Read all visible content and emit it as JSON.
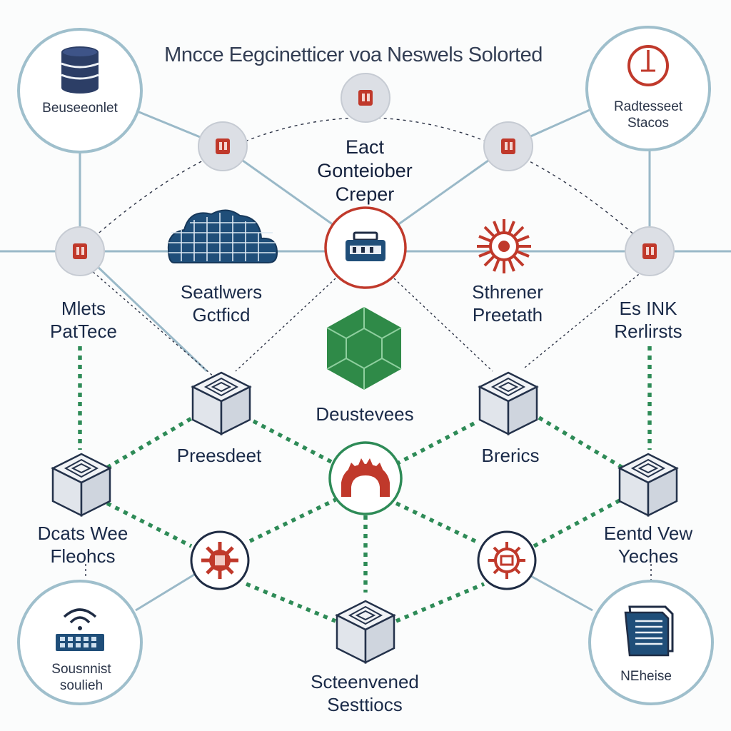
{
  "title": "Mncce Eegcinetticer voa Neswels Solorted",
  "center_label": "Eact\nGonteiober\nCreper",
  "labels": {
    "top_left_circle": "Beuseeonlet",
    "top_right_circle": "Radtesseet\nStacos",
    "left_middle": "Mlets\nPatTece",
    "cloud": "Seatlwers\nGctficd",
    "gear_right": "Sthrener\nPreetath",
    "right_middle": "Es INK\nRerlirsts",
    "hexagon": "Deustevees",
    "cube_left": "Preesdeet",
    "cube_right": "Brerics",
    "lower_left": "Dcats Wee\nFleohcs",
    "lower_right": "Eentd Vew\nYeches",
    "bottom_left_circle": "Sousnnist\nsoulieh",
    "bottom_center": "Scteenvened\nSesttiocs",
    "bottom_right_circle": "NEheise"
  },
  "colors": {
    "line_blue": "#9ab9c8",
    "circle_stroke": "#9fbfcc",
    "accent_red": "#c0392b",
    "accent_green": "#2e8b57",
    "hexagon_green": "#2f8a48",
    "navy": "#1f4e79",
    "cube_face": "#e3e7ee"
  },
  "icons": {
    "top_left_circle": "database-icon",
    "top_right_circle": "clock-icon",
    "center": "server-router-icon",
    "cloud": "cloud-grid-icon",
    "gear_right": "sun-gear-icon",
    "hexagon": "hexagon-icon",
    "bottom_left_circle": "wifi-router-icon",
    "bottom_right_circle": "document-book-icon",
    "mid_bottom": "bridge-arch-icon"
  }
}
